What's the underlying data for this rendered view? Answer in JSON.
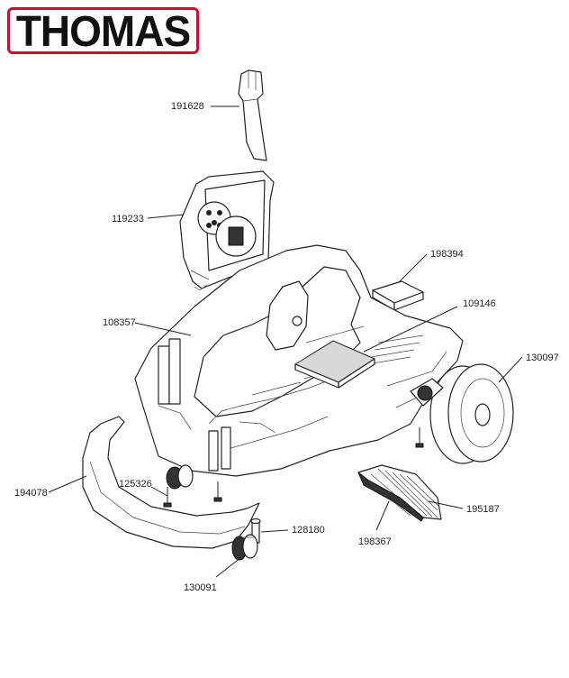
{
  "brand": {
    "logo_text": "THOMAS",
    "color": "#c8102e"
  },
  "parts": [
    {
      "id": "p191628",
      "label": "191628"
    },
    {
      "id": "p119233",
      "label": "119233"
    },
    {
      "id": "p198394",
      "label": "198394"
    },
    {
      "id": "p109146",
      "label": "109146"
    },
    {
      "id": "p108357",
      "label": "108357"
    },
    {
      "id": "p130097",
      "label": "130097"
    },
    {
      "id": "p194078",
      "label": "194078"
    },
    {
      "id": "p125326",
      "label": "125326"
    },
    {
      "id": "p195187",
      "label": "195187"
    },
    {
      "id": "p128180",
      "label": "128180"
    },
    {
      "id": "p198367",
      "label": "198367"
    },
    {
      "id": "p130091",
      "label": "130091"
    }
  ]
}
